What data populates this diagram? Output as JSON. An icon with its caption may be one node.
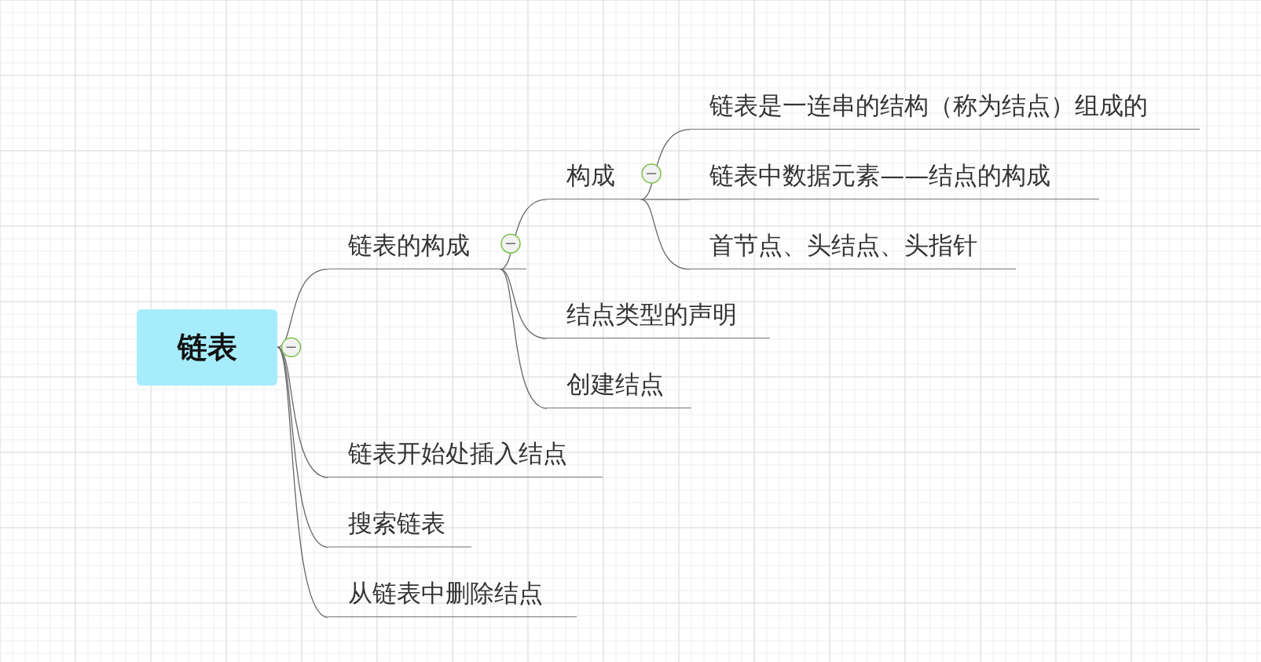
{
  "diagram": {
    "nodes": [
      {
        "text": [
          "链表"
        ]
      },
      {
        "text": [
          "链表的构成"
        ]
      },
      {
        "text": [
          "构成"
        ]
      },
      {
        "text": [
          "链表是一连串的结构（称为结点）组成的"
        ]
      },
      {
        "text": [
          "链表中数据元素——结点的构成"
        ]
      },
      {
        "text": [
          "首节点、头结点、头指针"
        ]
      },
      {
        "text": [
          "结点类型的声明"
        ]
      },
      {
        "text": [
          "创建结点"
        ]
      },
      {
        "text": [
          "链表开始处插入结点"
        ]
      },
      {
        "text": [
          "搜索链表"
        ]
      },
      {
        "text": [
          "从链表中删除结点"
        ]
      }
    ],
    "edges": [
      {
        "from": 0,
        "to": 1,
        "arrow": "none"
      },
      {
        "from": 1,
        "to": 2,
        "arrow": "none"
      },
      {
        "from": 2,
        "to": 3,
        "arrow": "none"
      },
      {
        "from": 2,
        "to": 4,
        "arrow": "none"
      },
      {
        "from": 2,
        "to": 5,
        "arrow": "none"
      },
      {
        "from": 1,
        "to": 6,
        "arrow": "none"
      },
      {
        "from": 1,
        "to": 7,
        "arrow": "none"
      },
      {
        "from": 0,
        "to": 8,
        "arrow": "none"
      },
      {
        "from": 0,
        "to": 9,
        "arrow": "none"
      },
      {
        "from": 0,
        "to": 10,
        "arrow": "none"
      }
    ]
  }
}
